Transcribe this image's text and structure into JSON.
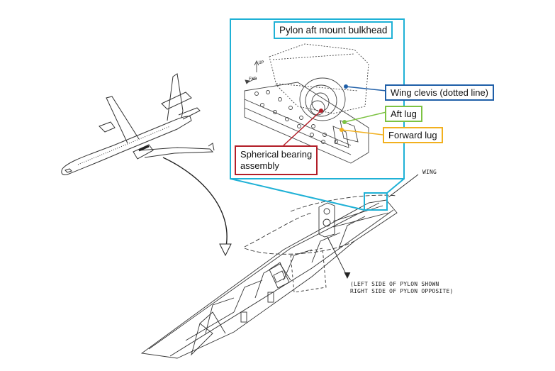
{
  "inset_title": "Pylon aft mount bulkhead",
  "callouts": {
    "wing_clevis": "Wing clevis (dotted line)",
    "aft_lug": "Aft lug",
    "forward_lug": "Forward lug",
    "spherical_bearing_line1": "Spherical bearing",
    "spherical_bearing_line2": "assembly"
  },
  "drawing_labels": {
    "wing": "WING",
    "pylon_note_line1": "(LEFT SIDE OF PYLON SHOWN",
    "pylon_note_line2": "RIGHT SIDE OF PYLON OPPOSITE)",
    "up": "UP",
    "fwd": "FWD"
  },
  "colors": {
    "inset_border": "#1fb1d6",
    "wing_clevis": "#1f5fa8",
    "aft_lug": "#7cc242",
    "forward_lug": "#f2b01e",
    "spherical_bearing": "#b21e28",
    "line_art": "#2a2a2a"
  }
}
